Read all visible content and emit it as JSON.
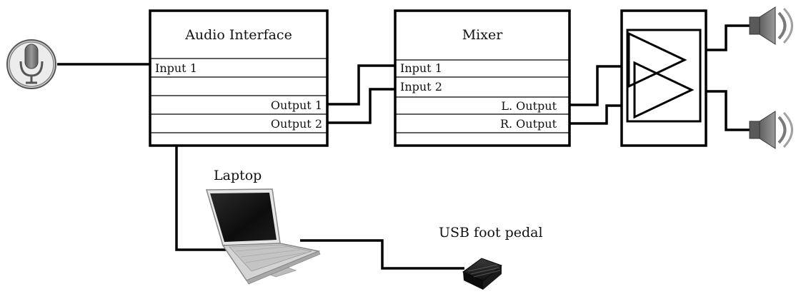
{
  "audio_interface": {
    "title": "Audio Interface",
    "ports": [
      "Input 1",
      "Output 1",
      "Output 2"
    ]
  },
  "mixer": {
    "title": "Mixer",
    "ports": [
      "Input 1",
      "Input 2",
      "L. Output",
      "R. Output"
    ]
  },
  "laptop": {
    "label": "Laptop"
  },
  "foot_pedal": {
    "label": "USB foot pedal"
  },
  "colors": {
    "line": "#000000",
    "speaker": "#7d7d7d",
    "mic": "#8a8a8a"
  }
}
